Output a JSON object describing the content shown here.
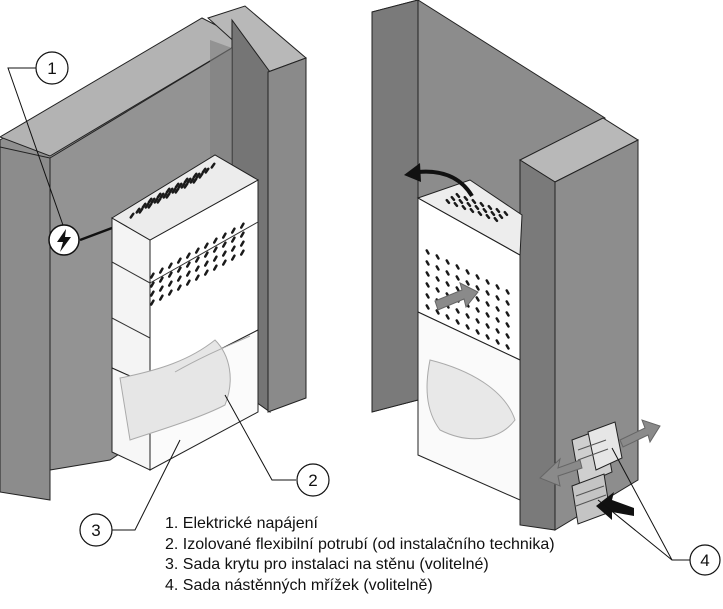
{
  "callouts": [
    "1",
    "2",
    "3",
    "4"
  ],
  "legend": [
    "1. Elektrické napájení",
    "2. Izolované flexibilní potrubí (od instalačního technika)",
    "3. Sada krytu pro instalaci na stěnu (volitelné)",
    "4. Sada nástěnných mřížek (volitelně)"
  ],
  "colors": {
    "wall_front": "#8f8f8f",
    "wall_side": "#6f6f6f",
    "wall_top": "#b5b5b5",
    "unit_body": "#ffffff",
    "outline": "#1a1a1a",
    "airflow_arrow": "#8a8a8a",
    "hot_arrow": "#1a1a1a"
  },
  "icons": [
    "power-bolt-icon",
    "airflow-arrow-icon",
    "return-air-arrow-icon"
  ]
}
